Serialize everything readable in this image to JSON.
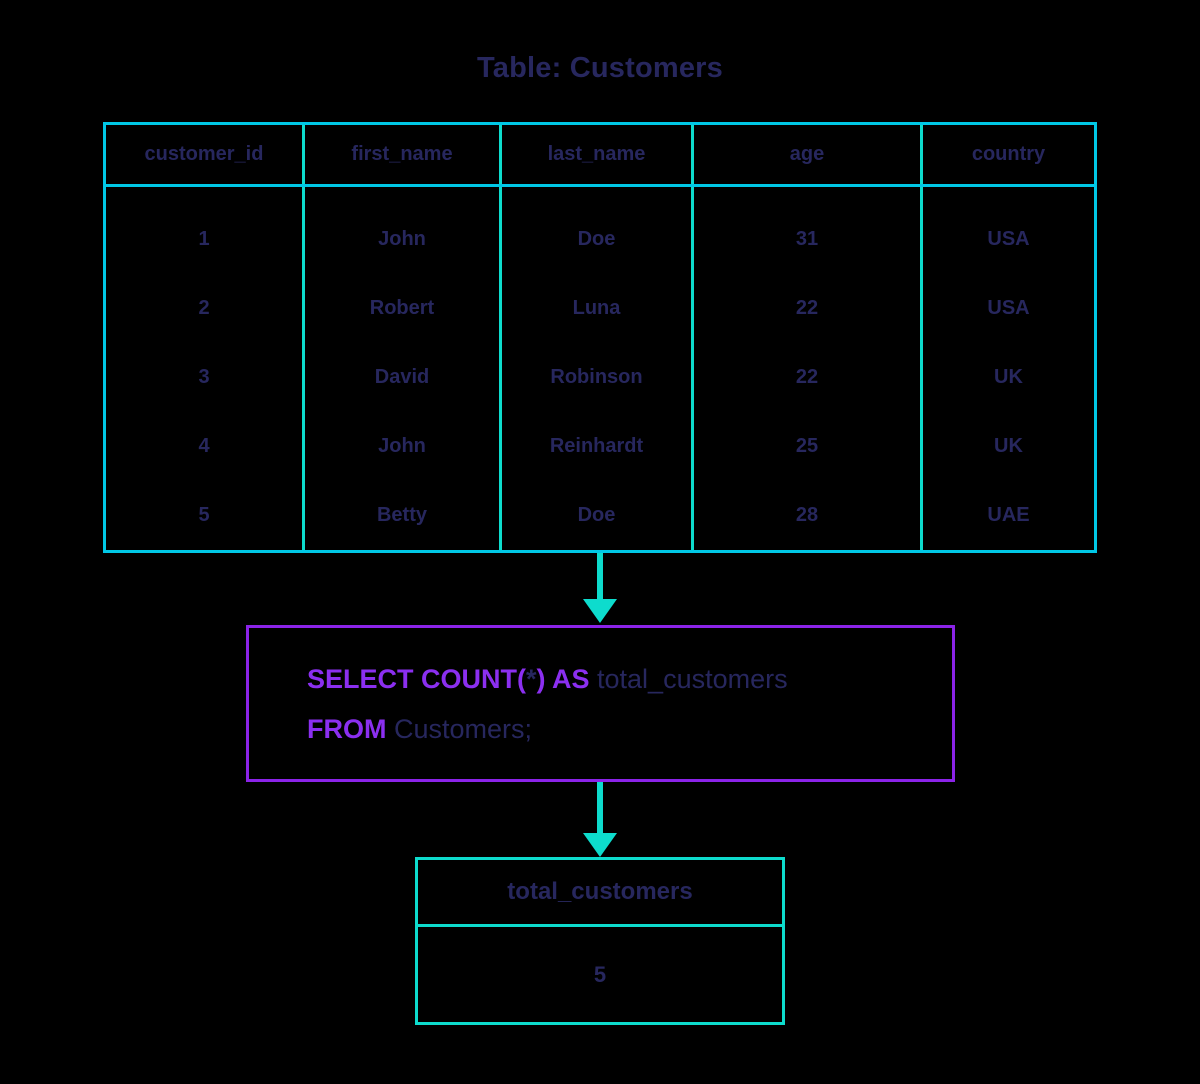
{
  "title": "Table: Customers",
  "colors": {
    "background": "#000000",
    "table_border": "#00c8e6",
    "table_divider": "#0ddccd",
    "text": "#27275e",
    "sql_border": "#8b23e8",
    "sql_keyword": "#8b2ff0",
    "arrow": "#0ddccd"
  },
  "source_table": {
    "headers": [
      "customer_id",
      "first_name",
      "last_name",
      "age",
      "country"
    ],
    "rows": [
      [
        "1",
        "John",
        "Doe",
        "31",
        "USA"
      ],
      [
        "2",
        "Robert",
        "Luna",
        "22",
        "USA"
      ],
      [
        "3",
        "David",
        "Robinson",
        "22",
        "UK"
      ],
      [
        "4",
        "John",
        "Reinhardt",
        "25",
        "UK"
      ],
      [
        "5",
        "Betty",
        "Doe",
        "28",
        "UAE"
      ]
    ]
  },
  "sql": {
    "line1": {
      "keyword_a": "SELECT COUNT(",
      "star": "*",
      "keyword_b": ") AS ",
      "identifier": "total_customers"
    },
    "line2": {
      "keyword": "FROM ",
      "identifier": "Customers;"
    },
    "full_text": "SELECT COUNT(*) AS total_customers FROM Customers;"
  },
  "result_table": {
    "header": "total_customers",
    "value": "5"
  },
  "arrows": {
    "first": "arrow-down-icon",
    "second": "arrow-down-icon"
  }
}
